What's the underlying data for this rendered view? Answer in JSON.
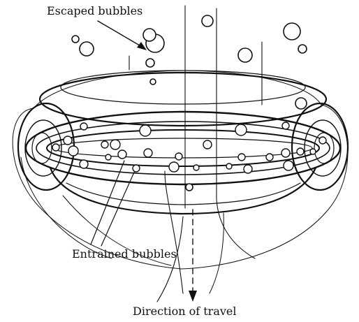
{
  "labels": {
    "escaped": "Escaped bubbles",
    "entrained": "Entrained bubbles",
    "direction": "Direction of travel"
  },
  "colors": {
    "ink": "#111111",
    "background": "#ffffff"
  }
}
